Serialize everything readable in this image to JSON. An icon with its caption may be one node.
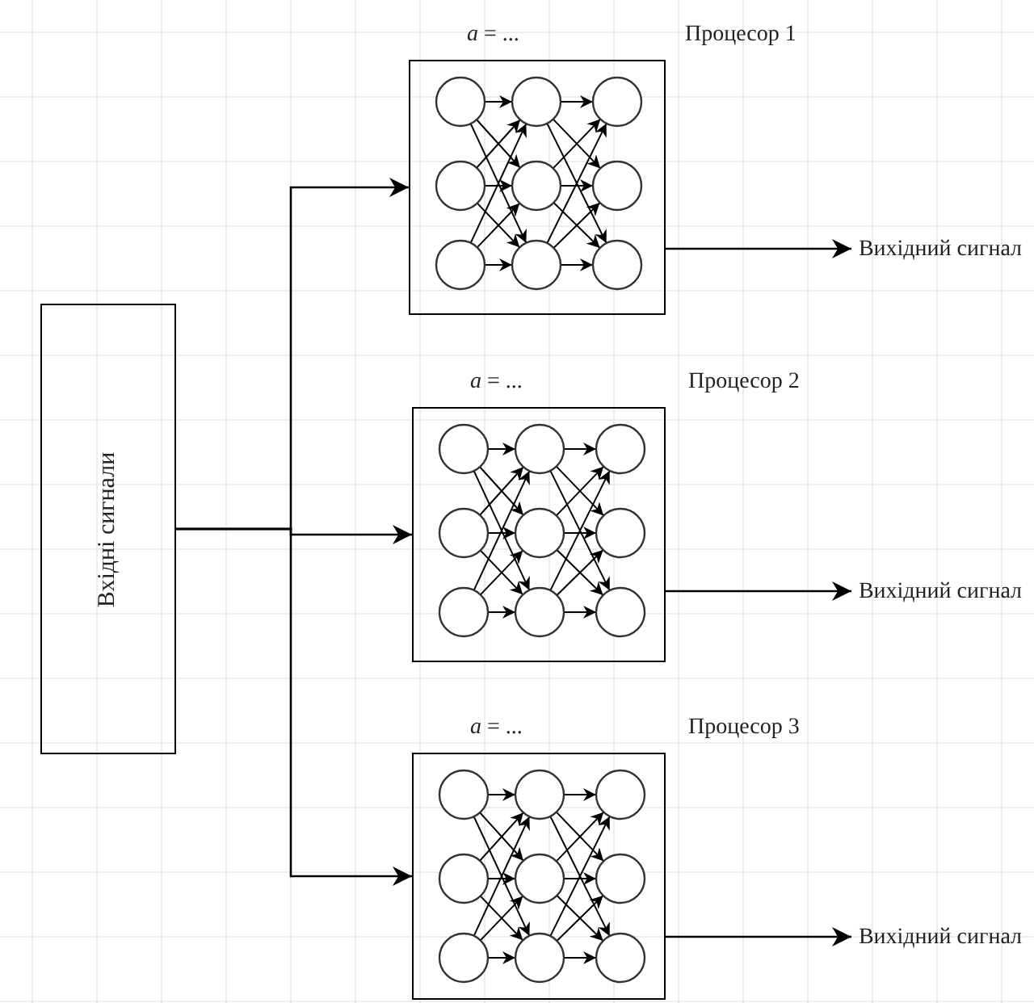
{
  "diagram": {
    "nodes": [
      {
        "text": [
          "Вхідні сигнали"
        ]
      },
      {
        "text": [
          "*a* = ...",
          "Процесор 1"
        ]
      },
      {
        "text": [
          "*a* = ...",
          "Процесор 2"
        ]
      },
      {
        "text": [
          "*a* = ...",
          "Процесор 3"
        ]
      },
      {
        "text": [
          "Вихідний сигнал"
        ]
      },
      {
        "text": [
          "Вихідний сигнал"
        ]
      },
      {
        "text": [
          "Вихідний сигнал"
        ]
      }
    ],
    "edges": [
      {
        "from": 0,
        "to": 1,
        "arrow": "to"
      },
      {
        "from": 0,
        "to": 2,
        "arrow": "to"
      },
      {
        "from": 0,
        "to": 3,
        "arrow": "to"
      },
      {
        "from": 1,
        "to": 4,
        "arrow": "to"
      },
      {
        "from": 2,
        "to": 5,
        "arrow": "to"
      },
      {
        "from": 3,
        "to": 6,
        "arrow": "to"
      }
    ]
  }
}
